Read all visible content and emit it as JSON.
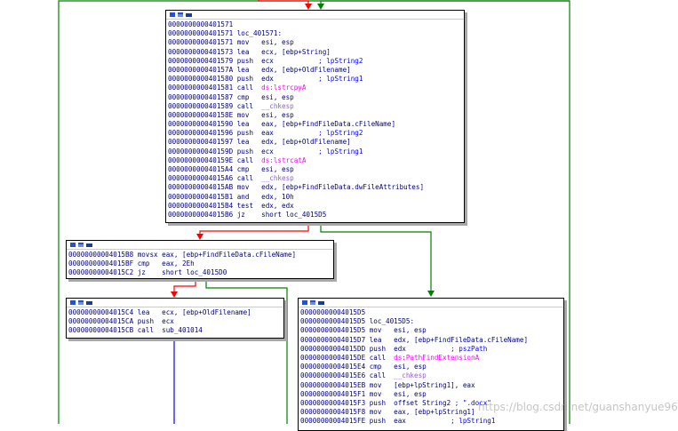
{
  "colors": {
    "false_edge": "#ff0000",
    "true_edge": "#008000",
    "uncond_edge": "#0000ff",
    "frame": "#008000"
  },
  "nodes": [
    {
      "id": "loc_401571",
      "lines": [
        {
          "addr": "0000000000401571",
          "text": ""
        },
        {
          "addr": "0000000000401571",
          "text": "loc_401571:"
        },
        {
          "addr": "0000000000401571",
          "mn": "mov",
          "ops": "esi, esp"
        },
        {
          "addr": "0000000000401573",
          "mn": "lea",
          "ops": "ecx, [ebp+String]"
        },
        {
          "addr": "0000000000401579",
          "mn": "push",
          "ops": "ecx",
          "cmt": "; lpString2"
        },
        {
          "addr": "000000000040157A",
          "mn": "lea",
          "ops": "edx, [ebp+OldFilename]"
        },
        {
          "addr": "0000000000401580",
          "mn": "push",
          "ops": "edx",
          "cmt": "; lpString1"
        },
        {
          "addr": "0000000000401581",
          "mn": "call",
          "ops": "ds:lstrcpyA"
        },
        {
          "addr": "0000000000401587",
          "mn": "cmp",
          "ops": "esi, esp"
        },
        {
          "addr": "0000000000401589",
          "mn": "call",
          "ops": "__chkesp"
        },
        {
          "addr": "000000000040158E",
          "mn": "mov",
          "ops": "esi, esp"
        },
        {
          "addr": "0000000000401590",
          "mn": "lea",
          "ops": "eax, [ebp+FindFileData.cFileName]"
        },
        {
          "addr": "0000000000401596",
          "mn": "push",
          "ops": "eax",
          "cmt": "; lpString2"
        },
        {
          "addr": "0000000000401597",
          "mn": "lea",
          "ops": "edx, [ebp+OldFilename]"
        },
        {
          "addr": "000000000040159D",
          "mn": "push",
          "ops": "ecx",
          "cmt": "; lpString1"
        },
        {
          "addr": "000000000040159E",
          "mn": "call",
          "ops": "ds:lstrcatA"
        },
        {
          "addr": "00000000004015A4",
          "mn": "cmp",
          "ops": "esi, esp"
        },
        {
          "addr": "00000000004015A6",
          "mn": "call",
          "ops": "__chkesp"
        },
        {
          "addr": "00000000004015AB",
          "mn": "mov",
          "ops": "edx, [ebp+FindFileData.dwFileAttributes]"
        },
        {
          "addr": "00000000004015B1",
          "mn": "and",
          "ops": "edx, 10h"
        },
        {
          "addr": "00000000004015B4",
          "mn": "test",
          "ops": "edx, edx"
        },
        {
          "addr": "00000000004015B6",
          "mn": "jz",
          "ops": "short loc_4015D5"
        }
      ]
    },
    {
      "id": "block_4015B8",
      "lines": [
        {
          "addr": "00000000004015B8",
          "mn": "movsx",
          "ops": "eax, [ebp+FindFileData.cFileName]"
        },
        {
          "addr": "00000000004015BF",
          "mn": "cmp",
          "ops": "eax, 2Eh"
        },
        {
          "addr": "00000000004015C2",
          "mn": "jz",
          "ops": "short loc_4015D0"
        }
      ]
    },
    {
      "id": "block_4015C4",
      "lines": [
        {
          "addr": "00000000004015C4",
          "mn": "lea",
          "ops": "ecx, [ebp+OldFilename]"
        },
        {
          "addr": "00000000004015CA",
          "mn": "push",
          "ops": "ecx"
        },
        {
          "addr": "00000000004015CB",
          "mn": "call",
          "ops": "sub_401014"
        }
      ]
    },
    {
      "id": "loc_4015D5",
      "lines": [
        {
          "addr": "00000000004015D5",
          "text": ""
        },
        {
          "addr": "00000000004015D5",
          "text": "loc_4015D5:"
        },
        {
          "addr": "00000000004015D5",
          "mn": "mov",
          "ops": "esi, esp"
        },
        {
          "addr": "00000000004015D7",
          "mn": "lea",
          "ops": "edx, [ebp+FindFileData.cFileName]"
        },
        {
          "addr": "00000000004015DD",
          "mn": "push",
          "ops": "edx",
          "cmt": "; pszPath"
        },
        {
          "addr": "00000000004015DE",
          "mn": "call",
          "ops": "ds:PathFindExtensionA"
        },
        {
          "addr": "00000000004015E4",
          "mn": "cmp",
          "ops": "esi, esp"
        },
        {
          "addr": "00000000004015E6",
          "mn": "call",
          "ops": "__chkesp"
        },
        {
          "addr": "00000000004015EB",
          "mn": "mov",
          "ops": "[ebp+lpString1], eax"
        },
        {
          "addr": "00000000004015F1",
          "mn": "mov",
          "ops": "esi, esp"
        },
        {
          "addr": "00000000004015F3",
          "mn": "push",
          "ops": "offset String2",
          "cmt": "; \".docx\""
        },
        {
          "addr": "00000000004015F8",
          "mn": "mov",
          "ops": "eax, [ebp+lpString1]"
        },
        {
          "addr": "00000000004015FE",
          "mn": "push",
          "ops": "eax",
          "cmt": "; lpString1"
        }
      ]
    }
  ],
  "watermark": "https://blog.csdn.net/guanshanyue96"
}
